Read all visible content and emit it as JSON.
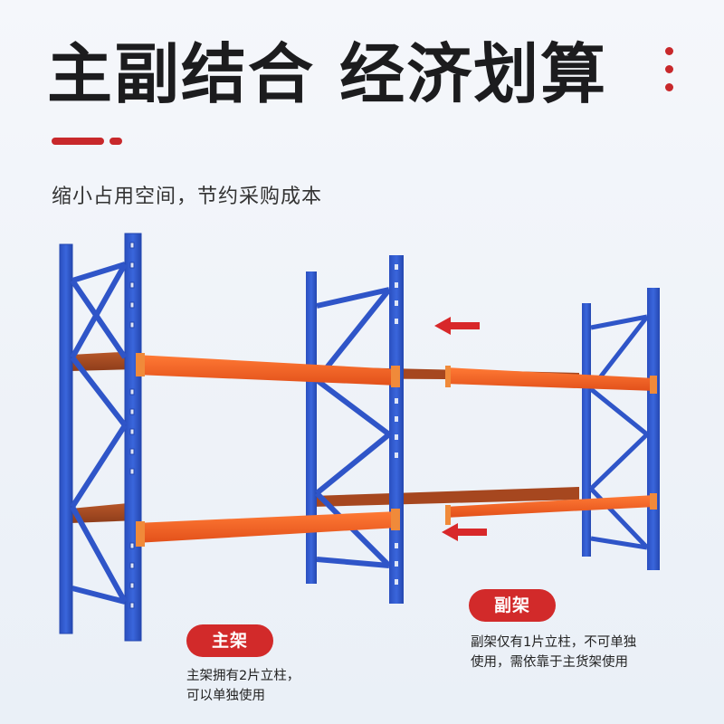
{
  "title": "主副结合 经济划算",
  "subtitle": "缩小占用空间，节约采购成本",
  "labels": {
    "main_frame": {
      "badge": "主架",
      "desc_line1": "主架拥有2片立柱，",
      "desc_line2": "可以单独使用"
    },
    "sub_frame": {
      "badge": "副架",
      "desc_line1": "副架仅有1片立柱，不可单独",
      "desc_line2": "使用，需依靠于主货架使用"
    }
  },
  "colors": {
    "accent_red": "#c8282b",
    "upright_blue": "#2f55c8",
    "beam_orange": "#ef5f1f",
    "text_dark": "#1c1c1e"
  },
  "icons": [
    "menu-dots-icon",
    "left-arrow-icon",
    "left-arrow-icon"
  ]
}
